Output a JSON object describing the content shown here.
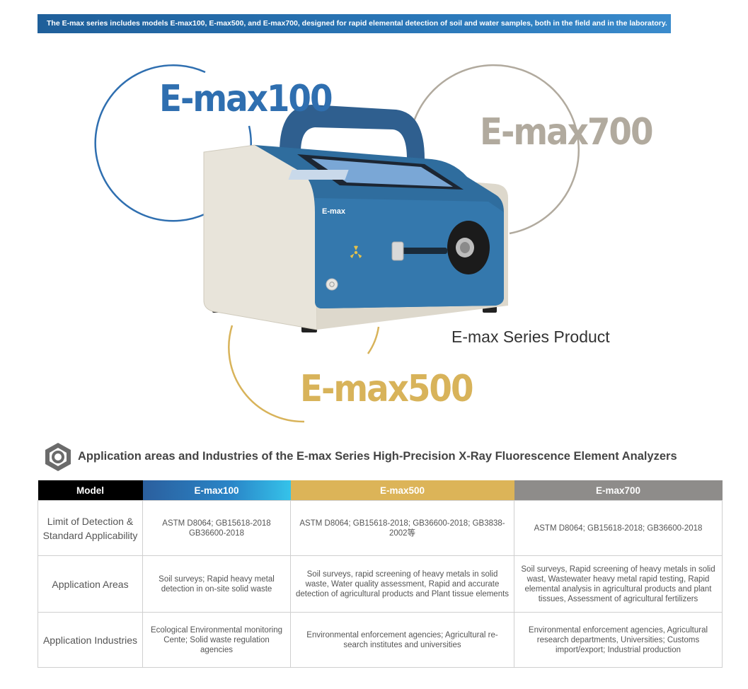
{
  "banner": {
    "text": "The E-max series includes models E-max100, E-max500, and E-max700, designed for rapid elemental detection of soil and water samples, both in the field and in the laboratory."
  },
  "hero": {
    "label_100": "E-max100",
    "label_700": "E-max700",
    "label_500": "E-max500",
    "device_brand": "E-max",
    "caption": "E-max Series Product"
  },
  "section": {
    "title": "Application areas and Industries of the E-max Series High-Precision X-Ray Fluorescence Element Analyzers"
  },
  "table": {
    "headers": [
      "Model",
      "E-max100",
      "E-max500",
      "E-max700"
    ],
    "rows": [
      {
        "label": "Limit of Detection & Standard Applicability",
        "cells": [
          "ASTM D8064;  GB15618-2018 GB36600-2018",
          "ASTM D8064;  GB15618-2018; GB36600-2018;  GB3838-2002等",
          "ASTM D8064;  GB15618-2018; GB36600-2018"
        ]
      },
      {
        "label": "Application Areas",
        "cells": [
          "Soil surveys; Rapid heavy metal detection in on-site solid waste",
          "Soil surveys, rapid screening of heavy metals in solid waste, Water quality assessment, Rapid and accurate detection of  agricultural products and Plant tissue elements",
          "Soil surveys, Rapid screening of heavy metals in solid wast, Wastewater heavy metal rapid testing, Rapid elemental analysis in agricultural products and plant tissues, Assessment of agricultural fertilizers"
        ]
      },
      {
        "label": "Application Industries",
        "cells": [
          "Ecological Environmental monitoring Cente; Solid waste regulation agencies",
          "Environmental enforcement agencies; Agricultural re-search institutes and universities",
          "Environmental enforcement agencies, Agricultural research departments, Universities;  Customs import/export; Industrial production"
        ]
      }
    ]
  },
  "colors": {
    "blue": "#2f6fb0",
    "gold": "#d8b35a",
    "gray": "#b1aa9e"
  }
}
